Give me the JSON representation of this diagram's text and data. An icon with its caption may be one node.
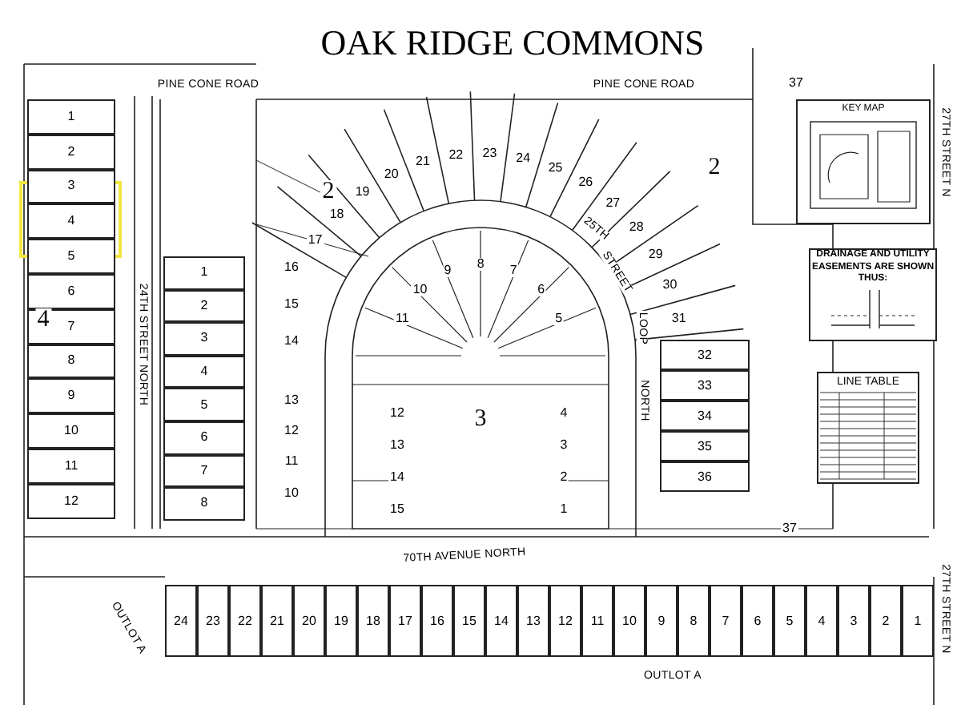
{
  "diagram": {
    "title": "OAK RIDGE COMMONS",
    "nodes": [
      {
        "text": [
          "1"
        ]
      },
      {
        "text": [
          "2"
        ]
      },
      {
        "text": [
          "3"
        ]
      },
      {
        "text": [
          "4"
        ]
      },
      {
        "text": [
          "5"
        ]
      },
      {
        "text": [
          "6"
        ]
      },
      {
        "text": [
          "7"
        ]
      },
      {
        "text": [
          "8"
        ]
      },
      {
        "text": [
          "9"
        ]
      },
      {
        "text": [
          "10"
        ]
      },
      {
        "text": [
          "11"
        ]
      },
      {
        "text": [
          "12"
        ]
      },
      {
        "text": [
          "1"
        ]
      },
      {
        "text": [
          "2"
        ]
      },
      {
        "text": [
          "3"
        ]
      },
      {
        "text": [
          "4"
        ]
      },
      {
        "text": [
          "5"
        ]
      },
      {
        "text": [
          "6"
        ]
      },
      {
        "text": [
          "7"
        ]
      },
      {
        "text": [
          "8"
        ]
      },
      {
        "text": [
          "24"
        ]
      },
      {
        "text": [
          "23"
        ]
      },
      {
        "text": [
          "22"
        ]
      },
      {
        "text": [
          "21"
        ]
      },
      {
        "text": [
          "20"
        ]
      },
      {
        "text": [
          "19"
        ]
      },
      {
        "text": [
          "18"
        ]
      },
      {
        "text": [
          "17"
        ]
      },
      {
        "text": [
          "16"
        ]
      },
      {
        "text": [
          "15"
        ]
      },
      {
        "text": [
          "14"
        ]
      },
      {
        "text": [
          "13"
        ]
      },
      {
        "text": [
          "12"
        ]
      },
      {
        "text": [
          "11"
        ]
      },
      {
        "text": [
          "10"
        ]
      },
      {
        "text": [
          "9"
        ]
      },
      {
        "text": [
          "8"
        ]
      },
      {
        "text": [
          "7"
        ]
      },
      {
        "text": [
          "6"
        ]
      },
      {
        "text": [
          "5"
        ]
      },
      {
        "text": [
          "4"
        ]
      },
      {
        "text": [
          "3"
        ]
      },
      {
        "text": [
          "2"
        ]
      },
      {
        "text": [
          "1"
        ]
      },
      {
        "text": [
          "32"
        ]
      },
      {
        "text": [
          "33"
        ]
      },
      {
        "text": [
          "34"
        ]
      },
      {
        "text": [
          "35"
        ]
      },
      {
        "text": [
          "36"
        ]
      },
      {
        "text": [
          "KEY MAP"
        ]
      },
      {
        "text": [
          "DRAINAGE AND UTILITY EASEMENTS ARE SHOWN THUS:"
        ]
      },
      {
        "text": [
          "LINE TABLE"
        ]
      }
    ],
    "labels": [
      "PINE CONE ROAD",
      "PINE CONE ROAD",
      "2",
      "2",
      "37",
      "17",
      "18",
      "19",
      "20",
      "21",
      "22",
      "23",
      "24",
      "25",
      "26",
      "27",
      "28",
      "29",
      "30",
      "31",
      "16",
      "15",
      "14",
      "13",
      "12",
      "11",
      "10",
      "25TH",
      "STREET",
      "LOOP",
      "NORTH",
      "24TH STREET NORTH",
      "4",
      "3",
      "1",
      "2",
      "3",
      "4",
      "5",
      "6",
      "7",
      "8",
      "9",
      "10",
      "11",
      "12",
      "13",
      "14",
      "15",
      "37",
      "70TH AVENUE NORTH",
      "OUTLOT A",
      "OUTLOT A",
      "27TH STREET N",
      "27TH STREET N"
    ]
  }
}
